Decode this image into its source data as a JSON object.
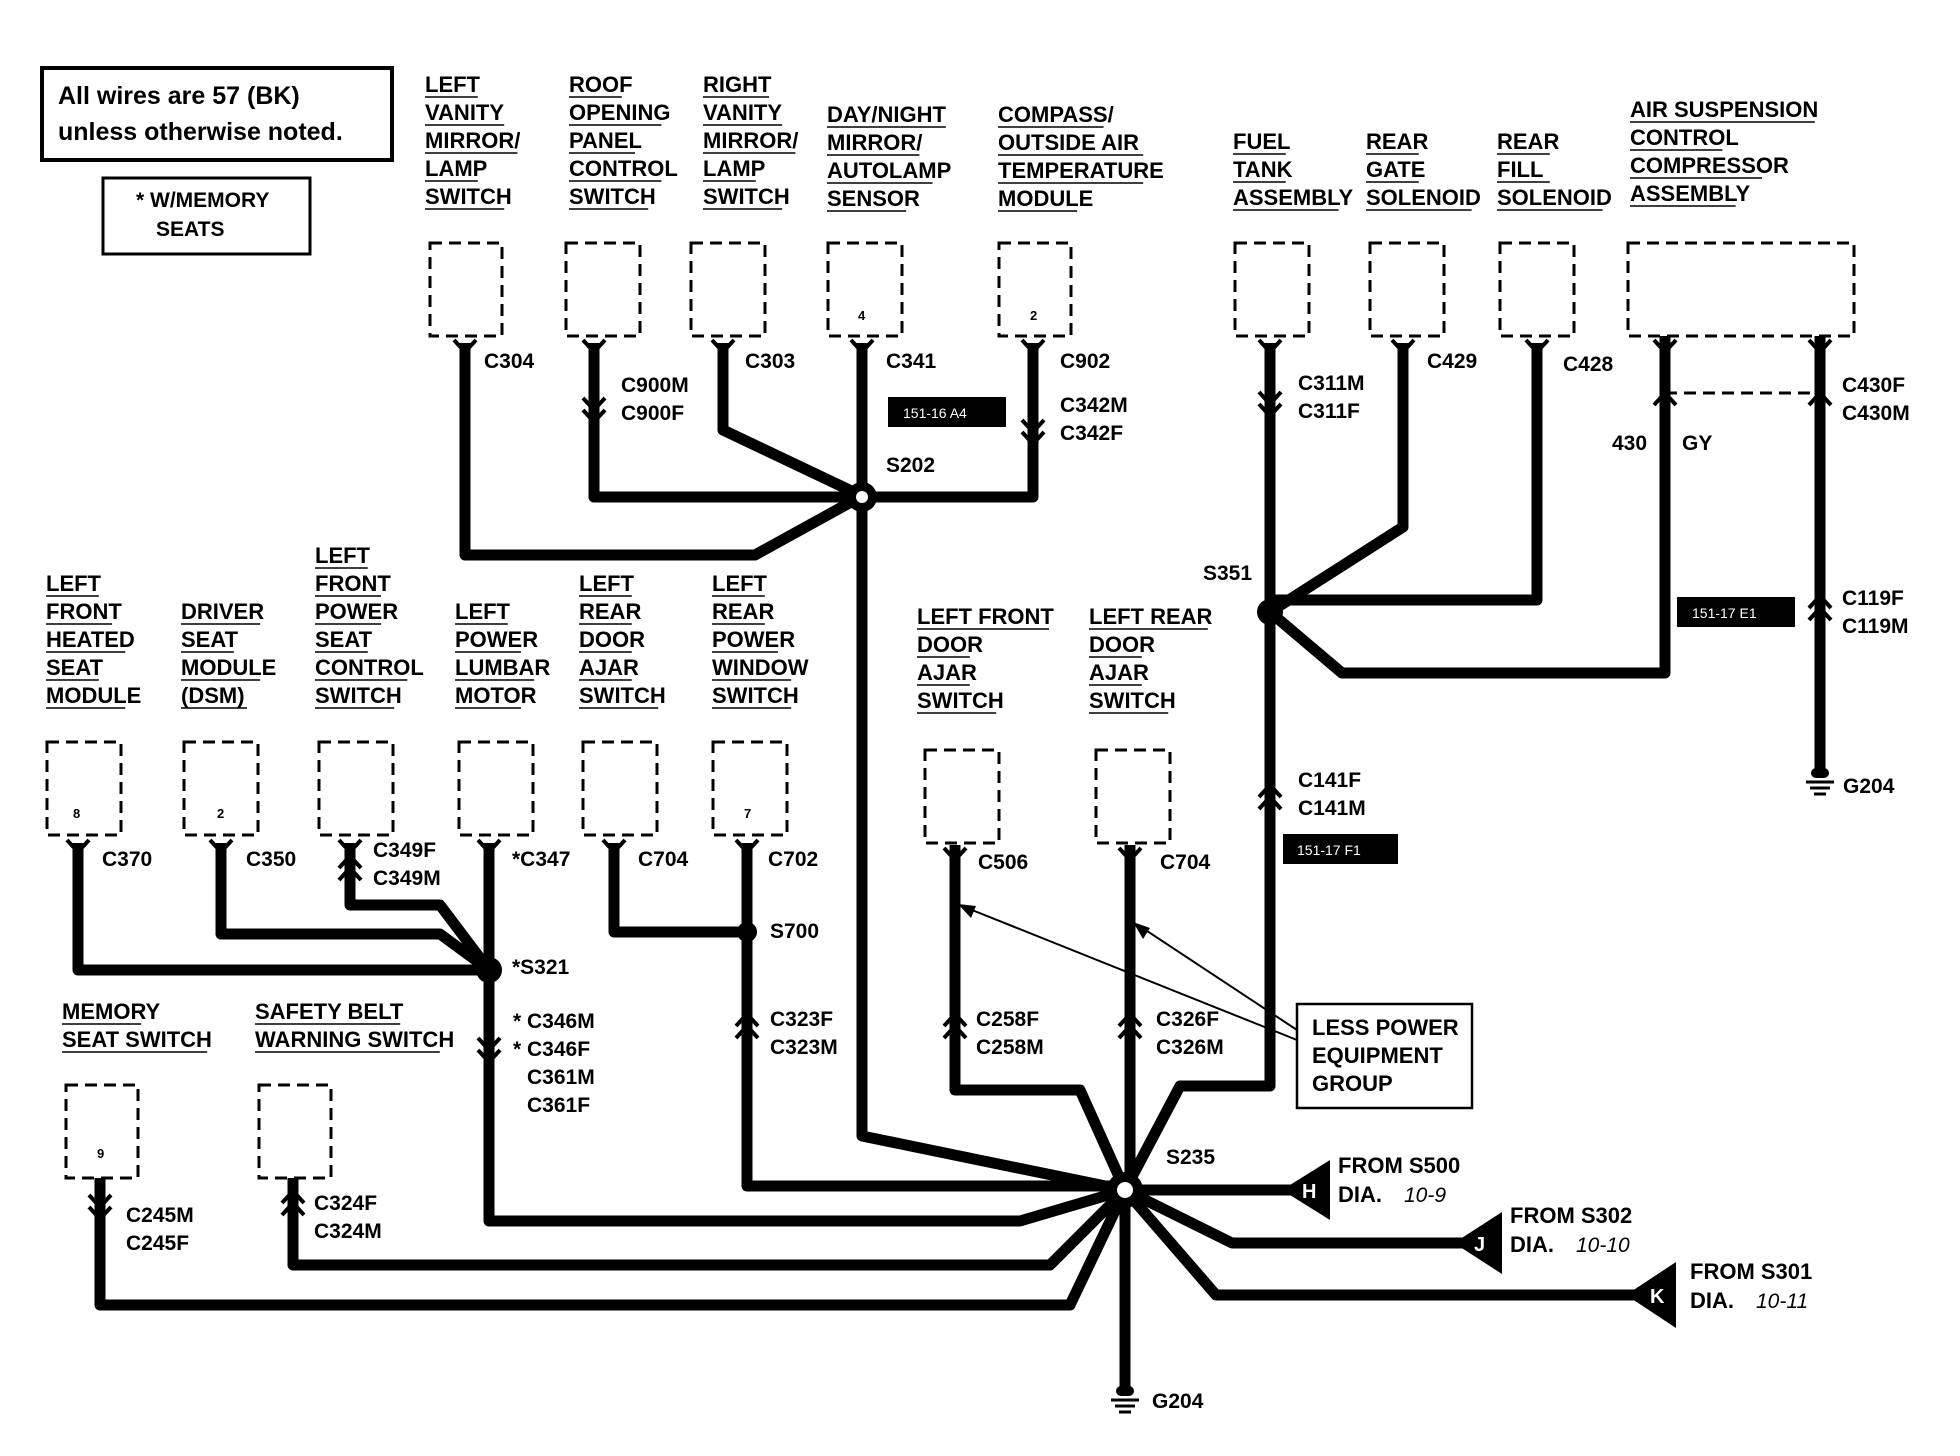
{
  "notes": {
    "wire_note": [
      "All wires are 57 (BK)",
      "unless otherwise noted."
    ],
    "memory_note": [
      "*  W/MEMORY",
      "SEATS"
    ]
  },
  "components": {
    "left_vanity": [
      "LEFT",
      "VANITY",
      "MIRROR/",
      "LAMP",
      "SWITCH"
    ],
    "roof_panel": [
      "ROOF",
      "OPENING",
      "PANEL",
      "CONTROL",
      "SWITCH"
    ],
    "right_vanity": [
      "RIGHT",
      "VANITY",
      "MIRROR/",
      "LAMP",
      "SWITCH"
    ],
    "day_night": [
      "DAY/NIGHT",
      "MIRROR/",
      "AUTOLAMP",
      "SENSOR"
    ],
    "compass": [
      "COMPASS/",
      "OUTSIDE AIR",
      "TEMPERATURE",
      "MODULE"
    ],
    "fuel_tank": [
      "FUEL",
      "TANK",
      "ASSEMBLY"
    ],
    "rear_gate": [
      "REAR",
      "GATE",
      "SOLENOID"
    ],
    "rear_fill": [
      "REAR",
      "FILL",
      "SOLENOID"
    ],
    "air_susp": [
      "AIR SUSPENSION",
      "CONTROL",
      "COMPRESSOR",
      "ASSEMBLY"
    ],
    "lf_heated": [
      "LEFT",
      "FRONT",
      "HEATED",
      "SEAT",
      "MODULE"
    ],
    "driver_seat": [
      "DRIVER",
      "SEAT",
      "MODULE",
      "(DSM)"
    ],
    "lf_power_seat": [
      "LEFT",
      "FRONT",
      "POWER",
      "SEAT",
      "CONTROL",
      "SWITCH"
    ],
    "left_lumbar": [
      "LEFT",
      "POWER",
      "LUMBAR",
      "MOTOR"
    ],
    "lr_door_ajar": [
      "LEFT",
      "REAR",
      "DOOR",
      "AJAR",
      "SWITCH"
    ],
    "lr_window": [
      "LEFT",
      "REAR",
      "POWER",
      "WINDOW",
      "SWITCH"
    ],
    "lf_door_ajar_sw": [
      "LEFT FRONT",
      "DOOR",
      "AJAR",
      "SWITCH"
    ],
    "lr_door_ajar_sw": [
      "LEFT REAR",
      "DOOR",
      "AJAR",
      "SWITCH"
    ],
    "memory_seat": [
      "MEMORY",
      "SEAT SWITCH"
    ],
    "safety_belt": [
      "SAFETY BELT",
      "WARNING SWITCH"
    ],
    "less_power": [
      "LESS POWER",
      "EQUIPMENT",
      "GROUP"
    ]
  },
  "pins": {
    "day_night": "4",
    "compass": "2",
    "lf_heated": "8",
    "driver_seat": "2",
    "lr_window": "7",
    "memory_seat": "9"
  },
  "connectors": {
    "c304": "C304",
    "c900m": "C900M",
    "c900f": "C900F",
    "c303": "C303",
    "c341": "C341",
    "c902": "C902",
    "c342m": "C342M",
    "c342f": "C342F",
    "s202": "S202",
    "c311m": "C311M",
    "c311f": "C311F",
    "c429": "C429",
    "c428": "C428",
    "c430f": "C430F",
    "c430m": "C430M",
    "s351": "S351",
    "c119f": "C119F",
    "c119m": "C119M",
    "g204_right": "G204",
    "c141f": "C141F",
    "c141m": "C141M",
    "c370": "C370",
    "c350": "C350",
    "c349f": "C349F",
    "c349m": "C349M",
    "c347": "*C347",
    "c704_left": "C704",
    "c702": "C702",
    "s700": "S700",
    "s321": "*S321",
    "c346m": "C346M",
    "c346f": "C346F",
    "c361m": "C361M",
    "c361f": "C361F",
    "c323f": "C323F",
    "c323m": "C323M",
    "c506": "C506",
    "c704_right": "C704",
    "c258f": "C258F",
    "c258m": "C258M",
    "c326f": "C326F",
    "c326m": "C326M",
    "s235": "S235",
    "g204_bottom": "G204",
    "c245m": "C245M",
    "c245f": "C245F",
    "c324f": "C324F",
    "c324m": "C324M",
    "asterisk": "*"
  },
  "wire_ids": {
    "circuit": "430",
    "color": "GY"
  },
  "refs": {
    "a4": "151-16 A4",
    "e1": "151-17 E1",
    "f1": "151-17 F1"
  },
  "from_sources": {
    "h": {
      "letter": "H",
      "from": "FROM S500",
      "dia": "DIA.",
      "page": "10-9"
    },
    "j": {
      "letter": "J",
      "from": "FROM S302",
      "dia": "DIA.",
      "page": "10-10"
    },
    "k": {
      "letter": "K",
      "from": "FROM S301",
      "dia": "DIA.",
      "page": "10-11"
    }
  }
}
